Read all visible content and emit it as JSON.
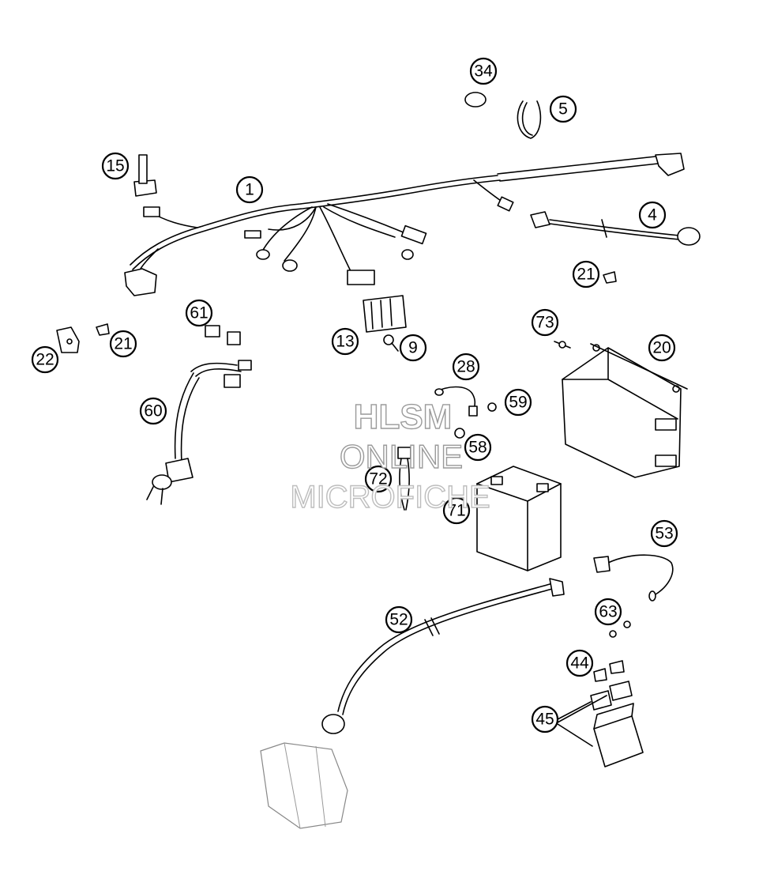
{
  "diagram": {
    "callouts": [
      {
        "id": "c1",
        "label": "1"
      },
      {
        "id": "c4",
        "label": "4"
      },
      {
        "id": "c5",
        "label": "5"
      },
      {
        "id": "c9",
        "label": "9"
      },
      {
        "id": "c13",
        "label": "13"
      },
      {
        "id": "c15",
        "label": "15"
      },
      {
        "id": "c20",
        "label": "20"
      },
      {
        "id": "c21a",
        "label": "21"
      },
      {
        "id": "c21b",
        "label": "21"
      },
      {
        "id": "c22",
        "label": "22"
      },
      {
        "id": "c28",
        "label": "28"
      },
      {
        "id": "c34",
        "label": "34"
      },
      {
        "id": "c44",
        "label": "44"
      },
      {
        "id": "c45",
        "label": "45"
      },
      {
        "id": "c52",
        "label": "52"
      },
      {
        "id": "c53",
        "label": "53"
      },
      {
        "id": "c58",
        "label": "58"
      },
      {
        "id": "c59",
        "label": "59"
      },
      {
        "id": "c60",
        "label": "60"
      },
      {
        "id": "c61",
        "label": "61"
      },
      {
        "id": "c63",
        "label": "63"
      },
      {
        "id": "c71",
        "label": "71"
      },
      {
        "id": "c72",
        "label": "72"
      },
      {
        "id": "c73",
        "label": "73"
      }
    ]
  },
  "watermark": {
    "line1": "HLSM",
    "line2": "ONLINE",
    "line3": "MICROFICHE"
  }
}
